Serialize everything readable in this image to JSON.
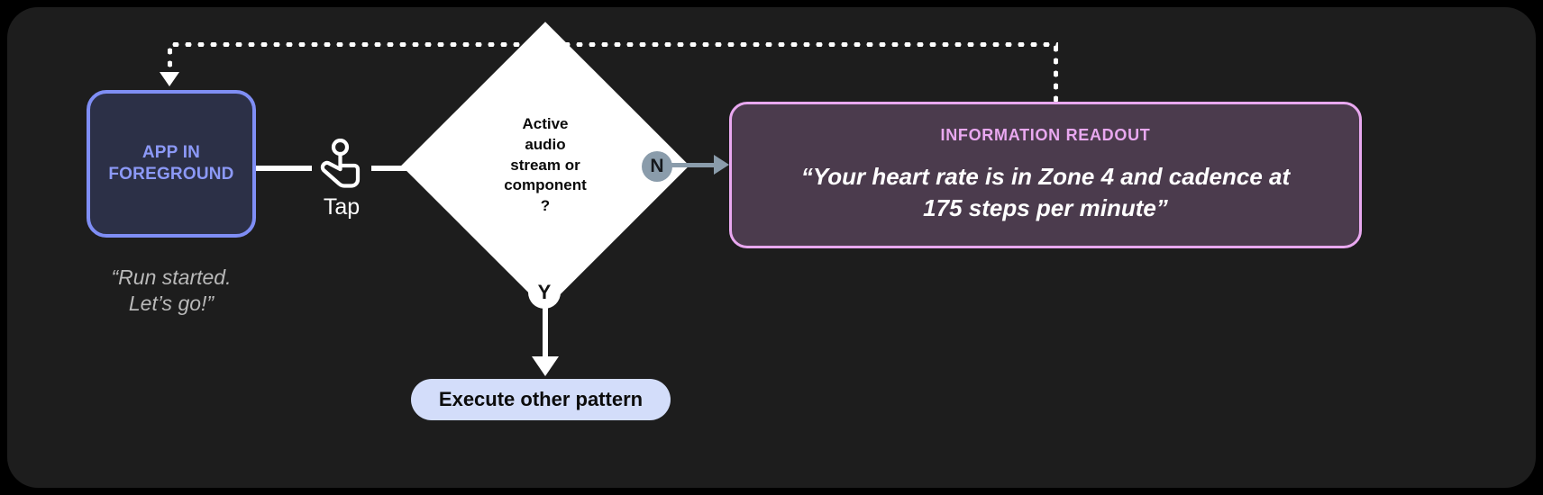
{
  "canvas": {
    "background": "#1d1d1d",
    "page_background": "#000000"
  },
  "nodes": {
    "app_box": {
      "label_line1": "APP IN",
      "label_line2": "FOREGROUND",
      "border_color": "#7f8ef5",
      "fill_color": "#2c3047",
      "text_color": "#8c99f7"
    },
    "app_caption": {
      "line1": "“Run started.",
      "line2": "Let’s go!”",
      "color": "#b9b9b9"
    },
    "gesture": {
      "icon": "tap-hand-icon",
      "label": "Tap"
    },
    "decision": {
      "line1": "Active",
      "line2": "audio",
      "line3": "stream or",
      "line4": "component",
      "line5": "?",
      "fill_color": "#ffffff",
      "text_color": "#0a0a0a"
    },
    "branch_no": {
      "badge": "N",
      "badge_color": "#8a9cab",
      "badge_text_color": "#15181c"
    },
    "branch_yes": {
      "badge": "Y",
      "badge_color": "#ffffff",
      "badge_text_color": "#131313"
    },
    "readout": {
      "title": "INFORMATION READOUT",
      "body_line1": "“Your heart rate is in Zone 4 and cadence at",
      "body_line2": "175 steps per minute”",
      "border_color": "#e9a8f0",
      "fill_color": "#4b3b4d",
      "title_color": "#e9a8f0",
      "body_color": "#ffffff"
    },
    "execute_pill": {
      "label": "Execute other pattern",
      "fill_color": "#d3ddfa",
      "text_color": "#0c0c0c"
    }
  },
  "connectors": {
    "feedback_loop": {
      "style": "dotted",
      "color": "#ffffff",
      "from": "readout",
      "to": "app_box"
    }
  }
}
